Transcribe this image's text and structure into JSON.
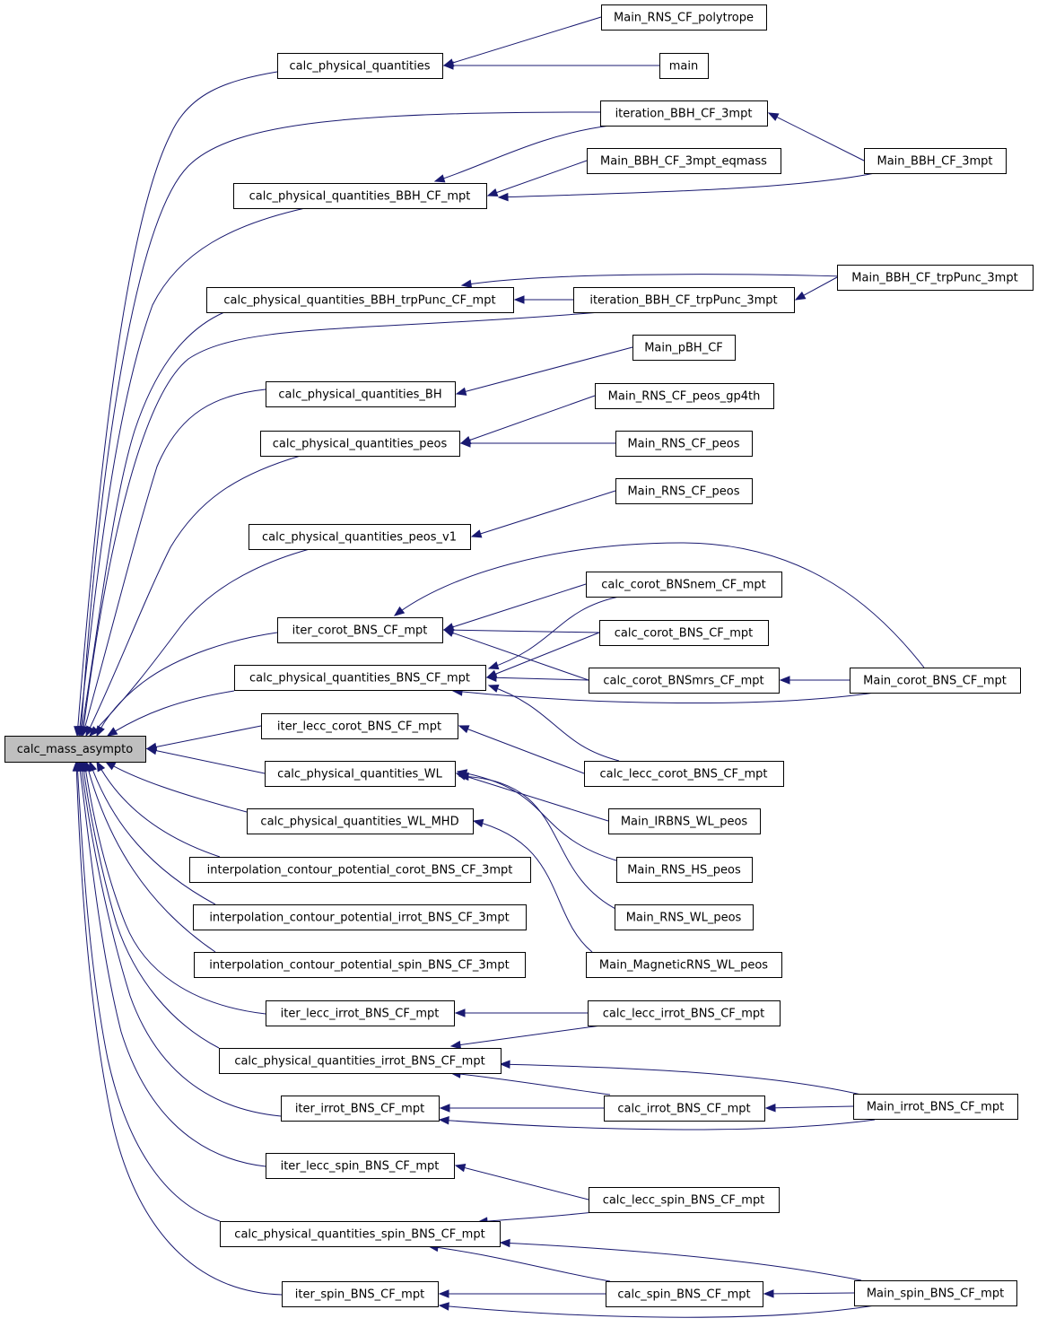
{
  "graph": {
    "colors": {
      "edge": "#191970",
      "node_border": "#000000",
      "root_fill": "#bfbfbf",
      "node_fill": "#ffffff"
    },
    "nodes": [
      {
        "id": "calc_mass_asympto",
        "label": "calc_mass_asympto",
        "root": true
      },
      {
        "id": "calc_physical_quantities",
        "label": "calc_physical_quantities"
      },
      {
        "id": "calc_physical_quantities_BBH_CF_mpt",
        "label": "calc_physical_quantities_BBH_CF_mpt"
      },
      {
        "id": "calc_physical_quantities_BBH_trpPunc_CF_mpt",
        "label": "calc_physical_quantities_BBH_trpPunc_CF_mpt"
      },
      {
        "id": "calc_physical_quantities_BH",
        "label": "calc_physical_quantities_BH"
      },
      {
        "id": "calc_physical_quantities_peos",
        "label": "calc_physical_quantities_peos"
      },
      {
        "id": "calc_physical_quantities_peos_v1",
        "label": "calc_physical_quantities_peos_v1"
      },
      {
        "id": "iter_corot_BNS_CF_mpt",
        "label": "iter_corot_BNS_CF_mpt"
      },
      {
        "id": "calc_physical_quantities_BNS_CF_mpt",
        "label": "calc_physical_quantities_BNS_CF_mpt"
      },
      {
        "id": "iter_lecc_corot_BNS_CF_mpt",
        "label": "iter_lecc_corot_BNS_CF_mpt"
      },
      {
        "id": "calc_physical_quantities_WL",
        "label": "calc_physical_quantities_WL"
      },
      {
        "id": "calc_physical_quantities_WL_MHD",
        "label": "calc_physical_quantities_WL_MHD"
      },
      {
        "id": "interpolation_contour_potential_corot_BNS_CF_3mpt",
        "label": "interpolation_contour_potential_corot_BNS_CF_3mpt"
      },
      {
        "id": "interpolation_contour_potential_irrot_BNS_CF_3mpt",
        "label": "interpolation_contour_potential_irrot_BNS_CF_3mpt"
      },
      {
        "id": "interpolation_contour_potential_spin_BNS_CF_3mpt",
        "label": "interpolation_contour_potential_spin_BNS_CF_3mpt"
      },
      {
        "id": "iter_lecc_irrot_BNS_CF_mpt",
        "label": "iter_lecc_irrot_BNS_CF_mpt"
      },
      {
        "id": "calc_physical_quantities_irrot_BNS_CF_mpt",
        "label": "calc_physical_quantities_irrot_BNS_CF_mpt"
      },
      {
        "id": "iter_irrot_BNS_CF_mpt",
        "label": "iter_irrot_BNS_CF_mpt"
      },
      {
        "id": "iter_lecc_spin_BNS_CF_mpt",
        "label": "iter_lecc_spin_BNS_CF_mpt"
      },
      {
        "id": "calc_physical_quantities_spin_BNS_CF_mpt",
        "label": "calc_physical_quantities_spin_BNS_CF_mpt"
      },
      {
        "id": "iter_spin_BNS_CF_mpt",
        "label": "iter_spin_BNS_CF_mpt"
      },
      {
        "id": "Main_RNS_CF_polytrope",
        "label": "Main_RNS_CF_polytrope"
      },
      {
        "id": "main",
        "label": "main"
      },
      {
        "id": "iteration_BBH_CF_3mpt",
        "label": "iteration_BBH_CF_3mpt"
      },
      {
        "id": "Main_BBH_CF_3mpt_eqmass",
        "label": "Main_BBH_CF_3mpt_eqmass"
      },
      {
        "id": "iteration_BBH_CF_trpPunc_3mpt",
        "label": "iteration_BBH_CF_trpPunc_3mpt"
      },
      {
        "id": "Main_pBH_CF",
        "label": "Main_pBH_CF"
      },
      {
        "id": "Main_RNS_CF_peos_gp4th",
        "label": "Main_RNS_CF_peos_gp4th"
      },
      {
        "id": "Main_RNS_CF_peos",
        "label": "Main_RNS_CF_peos"
      },
      {
        "id": "Main_RNS_CF_peos_2",
        "label": "Main_RNS_CF_peos"
      },
      {
        "id": "calc_corot_BNSnem_CF_mpt",
        "label": "calc_corot_BNSnem_CF_mpt"
      },
      {
        "id": "calc_corot_BNS_CF_mpt",
        "label": "calc_corot_BNS_CF_mpt"
      },
      {
        "id": "calc_corot_BNSmrs_CF_mpt",
        "label": "calc_corot_BNSmrs_CF_mpt"
      },
      {
        "id": "calc_lecc_corot_BNS_CF_mpt",
        "label": "calc_lecc_corot_BNS_CF_mpt"
      },
      {
        "id": "Main_IRBNS_WL_peos",
        "label": "Main_IRBNS_WL_peos"
      },
      {
        "id": "Main_RNS_HS_peos",
        "label": "Main_RNS_HS_peos"
      },
      {
        "id": "Main_RNS_WL_peos",
        "label": "Main_RNS_WL_peos"
      },
      {
        "id": "Main_MagneticRNS_WL_peos",
        "label": "Main_MagneticRNS_WL_peos"
      },
      {
        "id": "calc_lecc_irrot_BNS_CF_mpt",
        "label": "calc_lecc_irrot_BNS_CF_mpt"
      },
      {
        "id": "calc_irrot_BNS_CF_mpt",
        "label": "calc_irrot_BNS_CF_mpt"
      },
      {
        "id": "calc_lecc_spin_BNS_CF_mpt",
        "label": "calc_lecc_spin_BNS_CF_mpt"
      },
      {
        "id": "calc_spin_BNS_CF_mpt",
        "label": "calc_spin_BNS_CF_mpt"
      },
      {
        "id": "Main_BBH_CF_3mpt",
        "label": "Main_BBH_CF_3mpt"
      },
      {
        "id": "Main_BBH_CF_trpPunc_3mpt",
        "label": "Main_BBH_CF_trpPunc_3mpt"
      },
      {
        "id": "Main_corot_BNS_CF_mpt",
        "label": "Main_corot_BNS_CF_mpt"
      },
      {
        "id": "Main_irrot_BNS_CF_mpt",
        "label": "Main_irrot_BNS_CF_mpt"
      },
      {
        "id": "Main_spin_BNS_CF_mpt",
        "label": "Main_spin_BNS_CF_mpt"
      }
    ],
    "edges": [
      {
        "from": "calc_physical_quantities",
        "to": "calc_mass_asympto"
      },
      {
        "from": "iteration_BBH_CF_3mpt",
        "to": "calc_mass_asympto"
      },
      {
        "from": "calc_physical_quantities_BBH_CF_mpt",
        "to": "calc_mass_asympto"
      },
      {
        "from": "calc_physical_quantities_BBH_trpPunc_CF_mpt",
        "to": "calc_mass_asympto"
      },
      {
        "from": "iteration_BBH_CF_trpPunc_3mpt",
        "to": "calc_mass_asympto"
      },
      {
        "from": "calc_physical_quantities_BH",
        "to": "calc_mass_asympto"
      },
      {
        "from": "calc_physical_quantities_peos",
        "to": "calc_mass_asympto"
      },
      {
        "from": "calc_physical_quantities_peos_v1",
        "to": "calc_mass_asympto"
      },
      {
        "from": "iter_corot_BNS_CF_mpt",
        "to": "calc_mass_asympto"
      },
      {
        "from": "calc_physical_quantities_BNS_CF_mpt",
        "to": "calc_mass_asympto"
      },
      {
        "from": "iter_lecc_corot_BNS_CF_mpt",
        "to": "calc_mass_asympto"
      },
      {
        "from": "calc_physical_quantities_WL",
        "to": "calc_mass_asympto"
      },
      {
        "from": "calc_physical_quantities_WL_MHD",
        "to": "calc_mass_asympto"
      },
      {
        "from": "interpolation_contour_potential_corot_BNS_CF_3mpt",
        "to": "calc_mass_asympto"
      },
      {
        "from": "interpolation_contour_potential_irrot_BNS_CF_3mpt",
        "to": "calc_mass_asympto"
      },
      {
        "from": "interpolation_contour_potential_spin_BNS_CF_3mpt",
        "to": "calc_mass_asympto"
      },
      {
        "from": "iter_lecc_irrot_BNS_CF_mpt",
        "to": "calc_mass_asympto"
      },
      {
        "from": "calc_physical_quantities_irrot_BNS_CF_mpt",
        "to": "calc_mass_asympto"
      },
      {
        "from": "iter_irrot_BNS_CF_mpt",
        "to": "calc_mass_asympto"
      },
      {
        "from": "iter_lecc_spin_BNS_CF_mpt",
        "to": "calc_mass_asympto"
      },
      {
        "from": "calc_physical_quantities_spin_BNS_CF_mpt",
        "to": "calc_mass_asympto"
      },
      {
        "from": "iter_spin_BNS_CF_mpt",
        "to": "calc_mass_asympto"
      },
      {
        "from": "Main_RNS_CF_polytrope",
        "to": "calc_physical_quantities"
      },
      {
        "from": "main",
        "to": "calc_physical_quantities"
      },
      {
        "from": "iteration_BBH_CF_3mpt",
        "to": "calc_physical_quantities_BBH_CF_mpt"
      },
      {
        "from": "Main_BBH_CF_3mpt_eqmass",
        "to": "calc_physical_quantities_BBH_CF_mpt"
      },
      {
        "from": "Main_BBH_CF_3mpt",
        "to": "calc_physical_quantities_BBH_CF_mpt"
      },
      {
        "from": "Main_BBH_CF_3mpt",
        "to": "iteration_BBH_CF_3mpt"
      },
      {
        "from": "Main_BBH_CF_trpPunc_3mpt",
        "to": "calc_physical_quantities_BBH_trpPunc_CF_mpt"
      },
      {
        "from": "iteration_BBH_CF_trpPunc_3mpt",
        "to": "calc_physical_quantities_BBH_trpPunc_CF_mpt"
      },
      {
        "from": "Main_BBH_CF_trpPunc_3mpt",
        "to": "iteration_BBH_CF_trpPunc_3mpt"
      },
      {
        "from": "Main_pBH_CF",
        "to": "calc_physical_quantities_BH"
      },
      {
        "from": "Main_RNS_CF_peos_gp4th",
        "to": "calc_physical_quantities_peos"
      },
      {
        "from": "Main_RNS_CF_peos",
        "to": "calc_physical_quantities_peos"
      },
      {
        "from": "Main_RNS_CF_peos_2",
        "to": "calc_physical_quantities_peos_v1"
      },
      {
        "from": "Main_corot_BNS_CF_mpt",
        "to": "iter_corot_BNS_CF_mpt"
      },
      {
        "from": "calc_corot_BNSnem_CF_mpt",
        "to": "iter_corot_BNS_CF_mpt"
      },
      {
        "from": "calc_corot_BNS_CF_mpt",
        "to": "iter_corot_BNS_CF_mpt"
      },
      {
        "from": "calc_corot_BNSmrs_CF_mpt",
        "to": "iter_corot_BNS_CF_mpt"
      },
      {
        "from": "calc_corot_BNSnem_CF_mpt",
        "to": "calc_physical_quantities_BNS_CF_mpt"
      },
      {
        "from": "calc_corot_BNS_CF_mpt",
        "to": "calc_physical_quantities_BNS_CF_mpt"
      },
      {
        "from": "calc_corot_BNSmrs_CF_mpt",
        "to": "calc_physical_quantities_BNS_CF_mpt"
      },
      {
        "from": "calc_lecc_corot_BNS_CF_mpt",
        "to": "calc_physical_quantities_BNS_CF_mpt"
      },
      {
        "from": "Main_corot_BNS_CF_mpt",
        "to": "calc_physical_quantities_BNS_CF_mpt"
      },
      {
        "from": "Main_corot_BNS_CF_mpt",
        "to": "calc_corot_BNSmrs_CF_mpt"
      },
      {
        "from": "calc_lecc_corot_BNS_CF_mpt",
        "to": "iter_lecc_corot_BNS_CF_mpt"
      },
      {
        "from": "Main_IRBNS_WL_peos",
        "to": "calc_physical_quantities_WL"
      },
      {
        "from": "Main_RNS_HS_peos",
        "to": "calc_physical_quantities_WL"
      },
      {
        "from": "Main_RNS_WL_peos",
        "to": "calc_physical_quantities_WL"
      },
      {
        "from": "Main_MagneticRNS_WL_peos",
        "to": "calc_physical_quantities_WL_MHD"
      },
      {
        "from": "calc_lecc_irrot_BNS_CF_mpt",
        "to": "iter_lecc_irrot_BNS_CF_mpt"
      },
      {
        "from": "calc_lecc_irrot_BNS_CF_mpt",
        "to": "calc_physical_quantities_irrot_BNS_CF_mpt"
      },
      {
        "from": "calc_irrot_BNS_CF_mpt",
        "to": "calc_physical_quantities_irrot_BNS_CF_mpt"
      },
      {
        "from": "Main_irrot_BNS_CF_mpt",
        "to": "calc_physical_quantities_irrot_BNS_CF_mpt"
      },
      {
        "from": "calc_irrot_BNS_CF_mpt",
        "to": "iter_irrot_BNS_CF_mpt"
      },
      {
        "from": "Main_irrot_BNS_CF_mpt",
        "to": "iter_irrot_BNS_CF_mpt"
      },
      {
        "from": "Main_irrot_BNS_CF_mpt",
        "to": "calc_irrot_BNS_CF_mpt"
      },
      {
        "from": "calc_lecc_spin_BNS_CF_mpt",
        "to": "iter_lecc_spin_BNS_CF_mpt"
      },
      {
        "from": "calc_lecc_spin_BNS_CF_mpt",
        "to": "calc_physical_quantities_spin_BNS_CF_mpt"
      },
      {
        "from": "calc_spin_BNS_CF_mpt",
        "to": "calc_physical_quantities_spin_BNS_CF_mpt"
      },
      {
        "from": "Main_spin_BNS_CF_mpt",
        "to": "calc_physical_quantities_spin_BNS_CF_mpt"
      },
      {
        "from": "calc_spin_BNS_CF_mpt",
        "to": "iter_spin_BNS_CF_mpt"
      },
      {
        "from": "Main_spin_BNS_CF_mpt",
        "to": "iter_spin_BNS_CF_mpt"
      },
      {
        "from": "Main_spin_BNS_CF_mpt",
        "to": "calc_spin_BNS_CF_mpt"
      }
    ]
  }
}
